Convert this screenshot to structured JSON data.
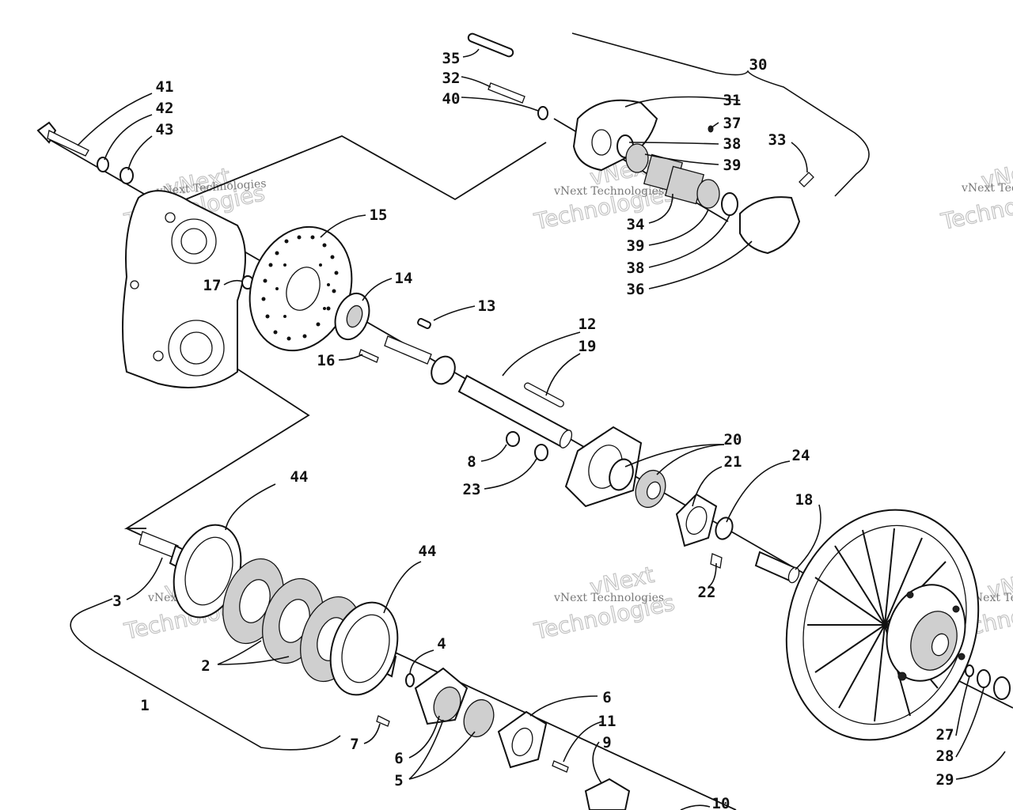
{
  "watermark": {
    "line1": "vNext",
    "line2": "Technologies",
    "small": "vNext Technologies"
  },
  "labels": [
    {
      "id": "1",
      "text": "1"
    },
    {
      "id": "2",
      "text": "2"
    },
    {
      "id": "3",
      "text": "3"
    },
    {
      "id": "4",
      "text": "4"
    },
    {
      "id": "5",
      "text": "5"
    },
    {
      "id": "6a",
      "text": "6"
    },
    {
      "id": "6b",
      "text": "6"
    },
    {
      "id": "7",
      "text": "7"
    },
    {
      "id": "8",
      "text": "8"
    },
    {
      "id": "9",
      "text": "9"
    },
    {
      "id": "10",
      "text": "10"
    },
    {
      "id": "11",
      "text": "11"
    },
    {
      "id": "12",
      "text": "12"
    },
    {
      "id": "13",
      "text": "13"
    },
    {
      "id": "14",
      "text": "14"
    },
    {
      "id": "15",
      "text": "15"
    },
    {
      "id": "16",
      "text": "16"
    },
    {
      "id": "17",
      "text": "17"
    },
    {
      "id": "18",
      "text": "18"
    },
    {
      "id": "19",
      "text": "19"
    },
    {
      "id": "20",
      "text": "20"
    },
    {
      "id": "21",
      "text": "21"
    },
    {
      "id": "22",
      "text": "22"
    },
    {
      "id": "23",
      "text": "23"
    },
    {
      "id": "24",
      "text": "24"
    },
    {
      "id": "27",
      "text": "27"
    },
    {
      "id": "28",
      "text": "28"
    },
    {
      "id": "29",
      "text": "29"
    },
    {
      "id": "30",
      "text": "30"
    },
    {
      "id": "31",
      "text": "31"
    },
    {
      "id": "32",
      "text": "32"
    },
    {
      "id": "33",
      "text": "33"
    },
    {
      "id": "34",
      "text": "34"
    },
    {
      "id": "35",
      "text": "35"
    },
    {
      "id": "36",
      "text": "36"
    },
    {
      "id": "37",
      "text": "37"
    },
    {
      "id": "38a",
      "text": "38"
    },
    {
      "id": "38b",
      "text": "38"
    },
    {
      "id": "39a",
      "text": "39"
    },
    {
      "id": "39b",
      "text": "39"
    },
    {
      "id": "40",
      "text": "40"
    },
    {
      "id": "41",
      "text": "41"
    },
    {
      "id": "42",
      "text": "42"
    },
    {
      "id": "43",
      "text": "43"
    },
    {
      "id": "44a",
      "text": "44"
    },
    {
      "id": "44b",
      "text": "44"
    }
  ]
}
